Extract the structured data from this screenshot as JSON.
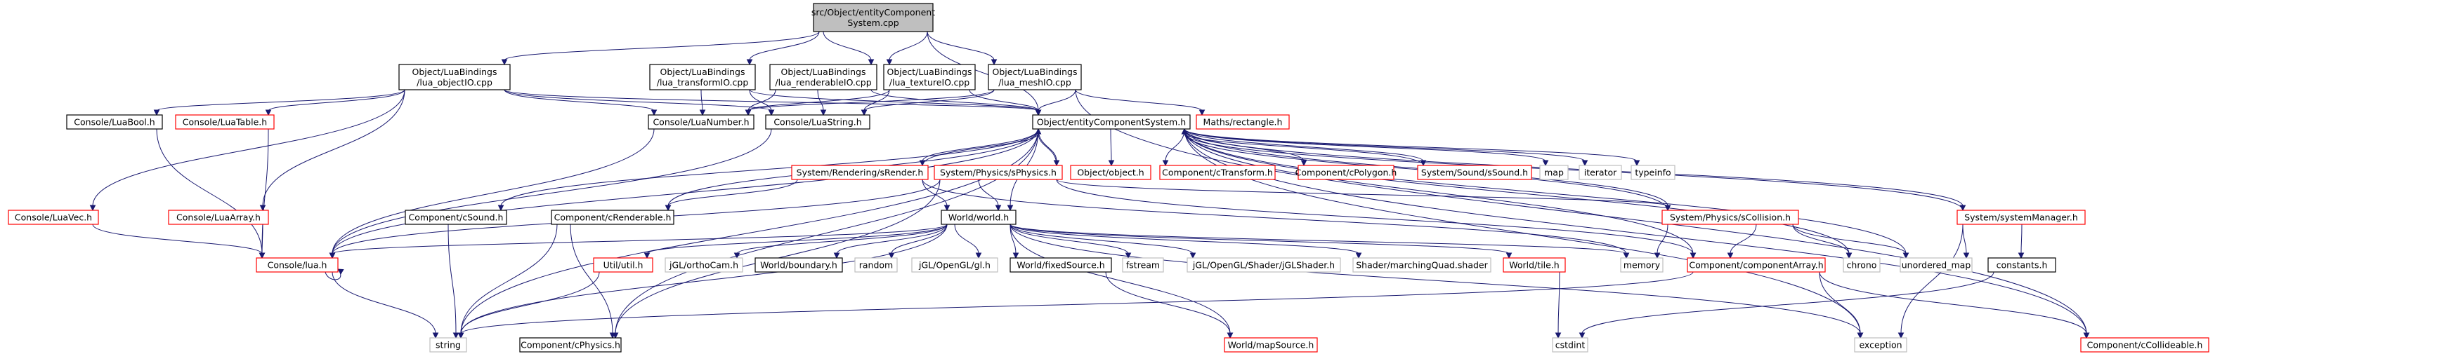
{
  "colors": {
    "edge": "#191970",
    "text": "#000000",
    "root_fill": "#bfbfbf",
    "root_stroke": "#000000",
    "black_stroke": "#000000",
    "red_stroke": "#ff0000",
    "grey_stroke": "#bfbfbf",
    "node_fill": "#ffffff"
  },
  "nodes": [
    {
      "id": "root",
      "lines": [
        "src/Object/entityComponent",
        "System.cpp"
      ],
      "kind": "root",
      "interactable": false
    },
    {
      "id": "lua_objectIO",
      "lines": [
        "Object/LuaBindings",
        "/lua_objectIO.cpp"
      ],
      "kind": "black",
      "interactable": true
    },
    {
      "id": "lua_transformIO",
      "lines": [
        "Object/LuaBindings",
        "/lua_transformIO.cpp"
      ],
      "kind": "black",
      "interactable": true
    },
    {
      "id": "lua_renderableIO",
      "lines": [
        "Object/LuaBindings",
        "/lua_renderableIO.cpp"
      ],
      "kind": "black",
      "interactable": true
    },
    {
      "id": "lua_textureIO",
      "lines": [
        "Object/LuaBindings",
        "/lua_textureIO.cpp"
      ],
      "kind": "black",
      "interactable": true
    },
    {
      "id": "lua_meshIO",
      "lines": [
        "Object/LuaBindings",
        "/lua_meshIO.cpp"
      ],
      "kind": "black",
      "interactable": true
    },
    {
      "id": "LuaBool",
      "lines": [
        "Console/LuaBool.h"
      ],
      "kind": "black",
      "interactable": true
    },
    {
      "id": "LuaTable",
      "lines": [
        "Console/LuaTable.h"
      ],
      "kind": "red",
      "interactable": true
    },
    {
      "id": "LuaNumber",
      "lines": [
        "Console/LuaNumber.h"
      ],
      "kind": "black",
      "interactable": true
    },
    {
      "id": "LuaString",
      "lines": [
        "Console/LuaString.h"
      ],
      "kind": "black",
      "interactable": true
    },
    {
      "id": "ECS_h",
      "lines": [
        "Object/entityComponentSystem.h"
      ],
      "kind": "black",
      "interactable": true
    },
    {
      "id": "rectangle",
      "lines": [
        "Maths/rectangle.h"
      ],
      "kind": "red",
      "interactable": true
    },
    {
      "id": "LuaVec",
      "lines": [
        "Console/LuaVec.h"
      ],
      "kind": "red",
      "interactable": true
    },
    {
      "id": "LuaArray",
      "lines": [
        "Console/LuaArray.h"
      ],
      "kind": "red",
      "interactable": true
    },
    {
      "id": "lua_h",
      "lines": [
        "Console/lua.h"
      ],
      "kind": "red",
      "interactable": true
    },
    {
      "id": "cSound",
      "lines": [
        "Component/cSound.h"
      ],
      "kind": "black",
      "interactable": true
    },
    {
      "id": "sRender",
      "lines": [
        "System/Rendering/sRender.h"
      ],
      "kind": "red",
      "interactable": true
    },
    {
      "id": "sPhysics",
      "lines": [
        "System/Physics/sPhysics.h"
      ],
      "kind": "red",
      "interactable": true
    },
    {
      "id": "object_h",
      "lines": [
        "Object/object.h"
      ],
      "kind": "red",
      "interactable": true
    },
    {
      "id": "cTransform",
      "lines": [
        "Component/cTransform.h"
      ],
      "kind": "red",
      "interactable": true
    },
    {
      "id": "cPolygon",
      "lines": [
        "Component/cPolygon.h"
      ],
      "kind": "red",
      "interactable": true
    },
    {
      "id": "sSound",
      "lines": [
        "System/Sound/sSound.h"
      ],
      "kind": "red",
      "interactable": true
    },
    {
      "id": "map",
      "lines": [
        "map"
      ],
      "kind": "grey",
      "interactable": true
    },
    {
      "id": "iterator",
      "lines": [
        "iterator"
      ],
      "kind": "grey",
      "interactable": true
    },
    {
      "id": "typeinfo",
      "lines": [
        "typeinfo"
      ],
      "kind": "grey",
      "interactable": true
    },
    {
      "id": "cRenderable",
      "lines": [
        "Component/cRenderable.h"
      ],
      "kind": "black",
      "interactable": true
    },
    {
      "id": "world_h",
      "lines": [
        "World/world.h"
      ],
      "kind": "black",
      "interactable": true
    },
    {
      "id": "sCollision",
      "lines": [
        "System/Physics/sCollision.h"
      ],
      "kind": "red",
      "interactable": true
    },
    {
      "id": "systemManager",
      "lines": [
        "System/systemManager.h"
      ],
      "kind": "red",
      "interactable": true
    },
    {
      "id": "util_h",
      "lines": [
        "Util/util.h"
      ],
      "kind": "red",
      "interactable": true
    },
    {
      "id": "orthoCam",
      "lines": [
        "jGL/orthoCam.h"
      ],
      "kind": "grey",
      "interactable": true
    },
    {
      "id": "boundary",
      "lines": [
        "World/boundary.h"
      ],
      "kind": "black",
      "interactable": true
    },
    {
      "id": "random",
      "lines": [
        "random"
      ],
      "kind": "grey",
      "interactable": true
    },
    {
      "id": "jgl_h",
      "lines": [
        "jGL/OpenGL/gl.h"
      ],
      "kind": "grey",
      "interactable": true
    },
    {
      "id": "fixedSource",
      "lines": [
        "World/fixedSource.h"
      ],
      "kind": "black",
      "interactable": true
    },
    {
      "id": "fstream",
      "lines": [
        "fstream"
      ],
      "kind": "grey",
      "interactable": true
    },
    {
      "id": "jglShader",
      "lines": [
        "jGL/OpenGL/Shader/jGLShader.h"
      ],
      "kind": "grey",
      "interactable": true
    },
    {
      "id": "marchingQuad",
      "lines": [
        "Shader/marchingQuad.shader"
      ],
      "kind": "grey",
      "interactable": true
    },
    {
      "id": "tile_h",
      "lines": [
        "World/tile.h"
      ],
      "kind": "red",
      "interactable": true
    },
    {
      "id": "memory",
      "lines": [
        "memory"
      ],
      "kind": "grey",
      "interactable": true
    },
    {
      "id": "componentArray",
      "lines": [
        "Component/componentArray.h"
      ],
      "kind": "red",
      "interactable": true
    },
    {
      "id": "chrono",
      "lines": [
        "chrono"
      ],
      "kind": "grey",
      "interactable": true
    },
    {
      "id": "unordered_map",
      "lines": [
        "unordered_map"
      ],
      "kind": "grey",
      "interactable": true
    },
    {
      "id": "constants",
      "lines": [
        "constants.h"
      ],
      "kind": "black",
      "interactable": true
    },
    {
      "id": "cCollideable",
      "lines": [
        "Component/cCollideable.h"
      ],
      "kind": "red",
      "interactable": true
    },
    {
      "id": "string",
      "lines": [
        "string"
      ],
      "kind": "grey",
      "interactable": true
    },
    {
      "id": "cPhysics",
      "lines": [
        "Component/cPhysics.h"
      ],
      "kind": "black",
      "interactable": true
    },
    {
      "id": "mapSource",
      "lines": [
        "World/mapSource.h"
      ],
      "kind": "red",
      "interactable": true
    },
    {
      "id": "cstdint",
      "lines": [
        "cstdint"
      ],
      "kind": "grey",
      "interactable": true
    },
    {
      "id": "exception",
      "lines": [
        "exception"
      ],
      "kind": "grey",
      "interactable": true
    }
  ],
  "edges": [
    [
      "root",
      "lua_objectIO"
    ],
    [
      "root",
      "lua_transformIO"
    ],
    [
      "root",
      "lua_renderableIO"
    ],
    [
      "root",
      "lua_textureIO"
    ],
    [
      "root",
      "lua_meshIO"
    ],
    [
      "root",
      "ECS_h"
    ],
    [
      "lua_objectIO",
      "LuaBool"
    ],
    [
      "lua_objectIO",
      "LuaTable"
    ],
    [
      "lua_objectIO",
      "LuaNumber"
    ],
    [
      "lua_objectIO",
      "LuaString"
    ],
    [
      "lua_objectIO",
      "ECS_h"
    ],
    [
      "lua_objectIO",
      "LuaVec"
    ],
    [
      "lua_objectIO",
      "LuaArray"
    ],
    [
      "lua_transformIO",
      "LuaNumber"
    ],
    [
      "lua_transformIO",
      "LuaString"
    ],
    [
      "lua_transformIO",
      "ECS_h"
    ],
    [
      "lua_renderableIO",
      "LuaNumber"
    ],
    [
      "lua_renderableIO",
      "LuaString"
    ],
    [
      "lua_renderableIO",
      "ECS_h"
    ],
    [
      "lua_textureIO",
      "LuaNumber"
    ],
    [
      "lua_textureIO",
      "LuaString"
    ],
    [
      "lua_textureIO",
      "ECS_h"
    ],
    [
      "lua_meshIO",
      "LuaNumber"
    ],
    [
      "lua_meshIO",
      "LuaString"
    ],
    [
      "lua_meshIO",
      "ECS_h"
    ],
    [
      "lua_meshIO",
      "rectangle"
    ],
    [
      "lua_meshIO",
      "cCollideable"
    ],
    [
      "LuaBool",
      "lua_h"
    ],
    [
      "LuaTable",
      "lua_h"
    ],
    [
      "LuaNumber",
      "lua_h"
    ],
    [
      "LuaString",
      "lua_h"
    ],
    [
      "LuaVec",
      "lua_h"
    ],
    [
      "LuaArray",
      "lua_h"
    ],
    [
      "lua_h",
      "lua_h"
    ],
    [
      "lua_h",
      "string"
    ],
    [
      "ECS_h",
      "lua_h"
    ],
    [
      "ECS_h",
      "cSound"
    ],
    [
      "ECS_h",
      "sRender"
    ],
    [
      "ECS_h",
      "sPhysics"
    ],
    [
      "ECS_h",
      "object_h"
    ],
    [
      "ECS_h",
      "cTransform"
    ],
    [
      "ECS_h",
      "cPolygon"
    ],
    [
      "ECS_h",
      "sSound"
    ],
    [
      "ECS_h",
      "map"
    ],
    [
      "ECS_h",
      "iterator"
    ],
    [
      "ECS_h",
      "typeinfo"
    ],
    [
      "ECS_h",
      "cRenderable"
    ],
    [
      "ECS_h",
      "world_h"
    ],
    [
      "ECS_h",
      "sCollision"
    ],
    [
      "ECS_h",
      "systemManager"
    ],
    [
      "ECS_h",
      "componentArray"
    ],
    [
      "ECS_h",
      "chrono"
    ],
    [
      "ECS_h",
      "unordered_map"
    ],
    [
      "ECS_h",
      "exception"
    ],
    [
      "ECS_h",
      "cCollideable"
    ],
    [
      "ECS_h",
      "string"
    ],
    [
      "ECS_h",
      "cPhysics"
    ],
    [
      "sRender",
      "ECS_h"
    ],
    [
      "sRender",
      "cRenderable"
    ],
    [
      "sRender",
      "world_h"
    ],
    [
      "sRender",
      "memory"
    ],
    [
      "sPhysics",
      "ECS_h"
    ],
    [
      "sPhysics",
      "world_h"
    ],
    [
      "sPhysics",
      "sCollision"
    ],
    [
      "sPhysics",
      "cPhysics"
    ],
    [
      "sPhysics",
      "componentArray"
    ],
    [
      "sPhysics",
      "lua_h"
    ],
    [
      "sSound",
      "ECS_h"
    ],
    [
      "sCollision",
      "ECS_h"
    ],
    [
      "sCollision",
      "memory"
    ],
    [
      "sCollision",
      "componentArray"
    ],
    [
      "sCollision",
      "chrono"
    ],
    [
      "sCollision",
      "unordered_map"
    ],
    [
      "systemManager",
      "ECS_h"
    ],
    [
      "systemManager",
      "constants"
    ],
    [
      "systemManager",
      "unordered_map"
    ],
    [
      "systemManager",
      "exception"
    ],
    [
      "cSound",
      "string"
    ],
    [
      "cRenderable",
      "string"
    ],
    [
      "cRenderable",
      "cPhysics"
    ],
    [
      "world_h",
      "lua_h"
    ],
    [
      "world_h",
      "util_h"
    ],
    [
      "world_h",
      "orthoCam"
    ],
    [
      "world_h",
      "boundary"
    ],
    [
      "world_h",
      "random"
    ],
    [
      "world_h",
      "jgl_h"
    ],
    [
      "world_h",
      "fixedSource"
    ],
    [
      "world_h",
      "fstream"
    ],
    [
      "world_h",
      "jglShader"
    ],
    [
      "world_h",
      "marchingQuad"
    ],
    [
      "world_h",
      "tile_h"
    ],
    [
      "world_h",
      "memory"
    ],
    [
      "world_h",
      "exception"
    ],
    [
      "world_h",
      "mapSource"
    ],
    [
      "world_h",
      "string"
    ],
    [
      "util_h",
      "string"
    ],
    [
      "fixedSource",
      "mapSource"
    ],
    [
      "tile_h",
      "cstdint"
    ],
    [
      "componentArray",
      "exception"
    ],
    [
      "componentArray",
      "cCollideable"
    ],
    [
      "componentArray",
      "string"
    ],
    [
      "constants",
      "cstdint"
    ]
  ]
}
